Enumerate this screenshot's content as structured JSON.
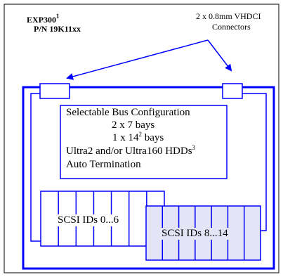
{
  "title": {
    "model": "EXP300",
    "model_sup": "1",
    "part_number": "P/N 19K11xx"
  },
  "connectors_label": {
    "line1": "2 x 0.8mm VHDCI",
    "line2": "Connectors"
  },
  "config_box": {
    "line1": "Selectable Bus Configuration",
    "line2": "2 x 7 bays",
    "line3_pre": "1 x 14",
    "line3_sup": "2",
    "line3_post": " bays",
    "line4_pre": "Ultra2 and/or Ultra160 HDDs",
    "line4_sup": "3",
    "line5": "Auto Termination"
  },
  "bay_group_left": {
    "label": "SCSI IDs 0...6",
    "bays": 7
  },
  "bay_group_right": {
    "label": "SCSI IDs 8...14",
    "bays": 7,
    "fill": "#e4e4f7"
  },
  "colors": {
    "accent": "#0000ff",
    "text": "#000000"
  }
}
